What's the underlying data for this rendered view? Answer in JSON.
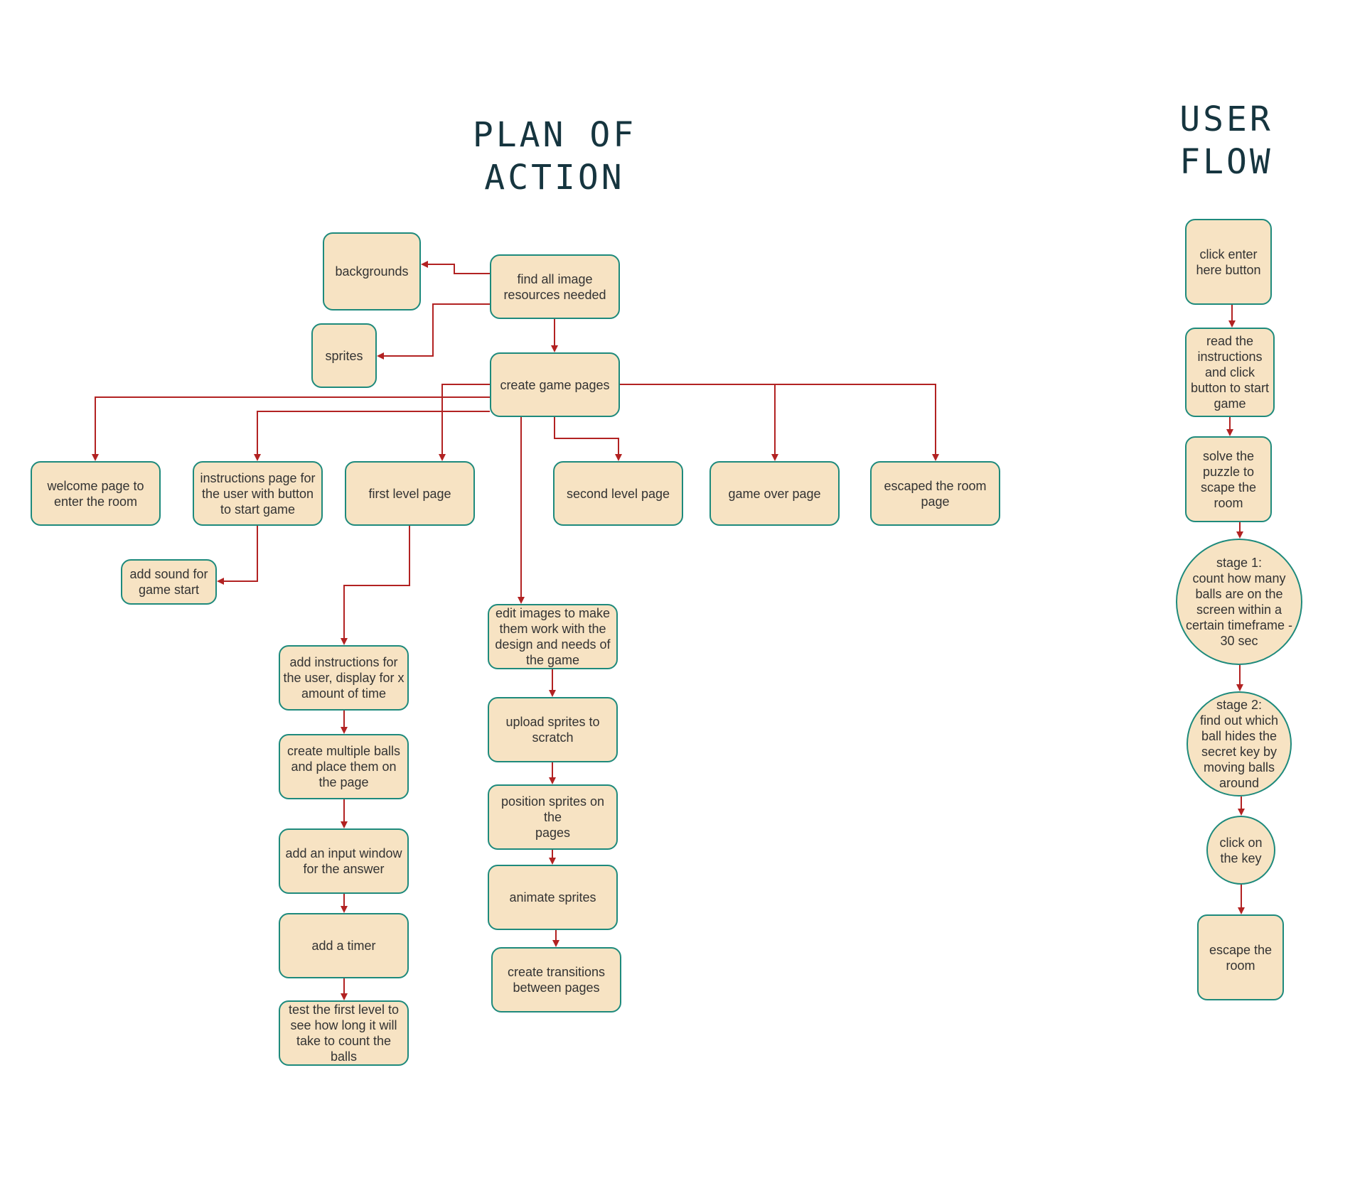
{
  "titles": {
    "plan": "PLAN OF\nACTION",
    "flow": "USER\nFLOW"
  },
  "colors": {
    "node_fill": "#f7e3c3",
    "node_border": "#1e8a7c",
    "edge": "#b22222",
    "title": "#16353f"
  },
  "nodes": {
    "backgrounds": "backgrounds",
    "find_resources": "find all image\nresources needed",
    "sprites": "sprites",
    "create_pages": "create game pages",
    "welcome_page": "welcome page to\nenter the room",
    "instructions_page": "instructions page for\nthe user with button\nto start game",
    "first_level": "first level page",
    "second_level": "second level page",
    "game_over": "game over page",
    "escaped_page": "escaped the room\npage",
    "add_sound": "add sound for\ngame start",
    "edit_images": "edit images to make\nthem work with the\ndesign and needs of\nthe game",
    "add_instructions": "add instructions for\nthe user, display for x\namount of time",
    "upload_sprites": "upload sprites to\nscratch",
    "create_balls": "create multiple balls\nand place them on\nthe page",
    "position_sprites": "position sprites on the\npages",
    "add_input": "add an input window\nfor the answer",
    "animate_sprites": "animate sprites",
    "add_timer": "add a timer",
    "create_transitions": "create transitions\nbetween pages",
    "test_first_level": "test the first level to\nsee how long it will\ntake to count the balls",
    "uf_click_enter": "click enter\nhere button",
    "uf_read_instructions": "read the\ninstructions\nand click\nbutton to start\ngame",
    "uf_solve_puzzle": "solve the\npuzzle to\nscape the\nroom",
    "uf_stage1": "stage 1:\ncount how many\nballs are on the\nscreen within a\ncertain timeframe -\n30 sec",
    "uf_stage2": "stage 2:\nfind out which\nball hides the\nsecret key by\nmoving balls\naround",
    "uf_click_key": "click on\nthe key",
    "uf_escape": "escape the\nroom"
  }
}
